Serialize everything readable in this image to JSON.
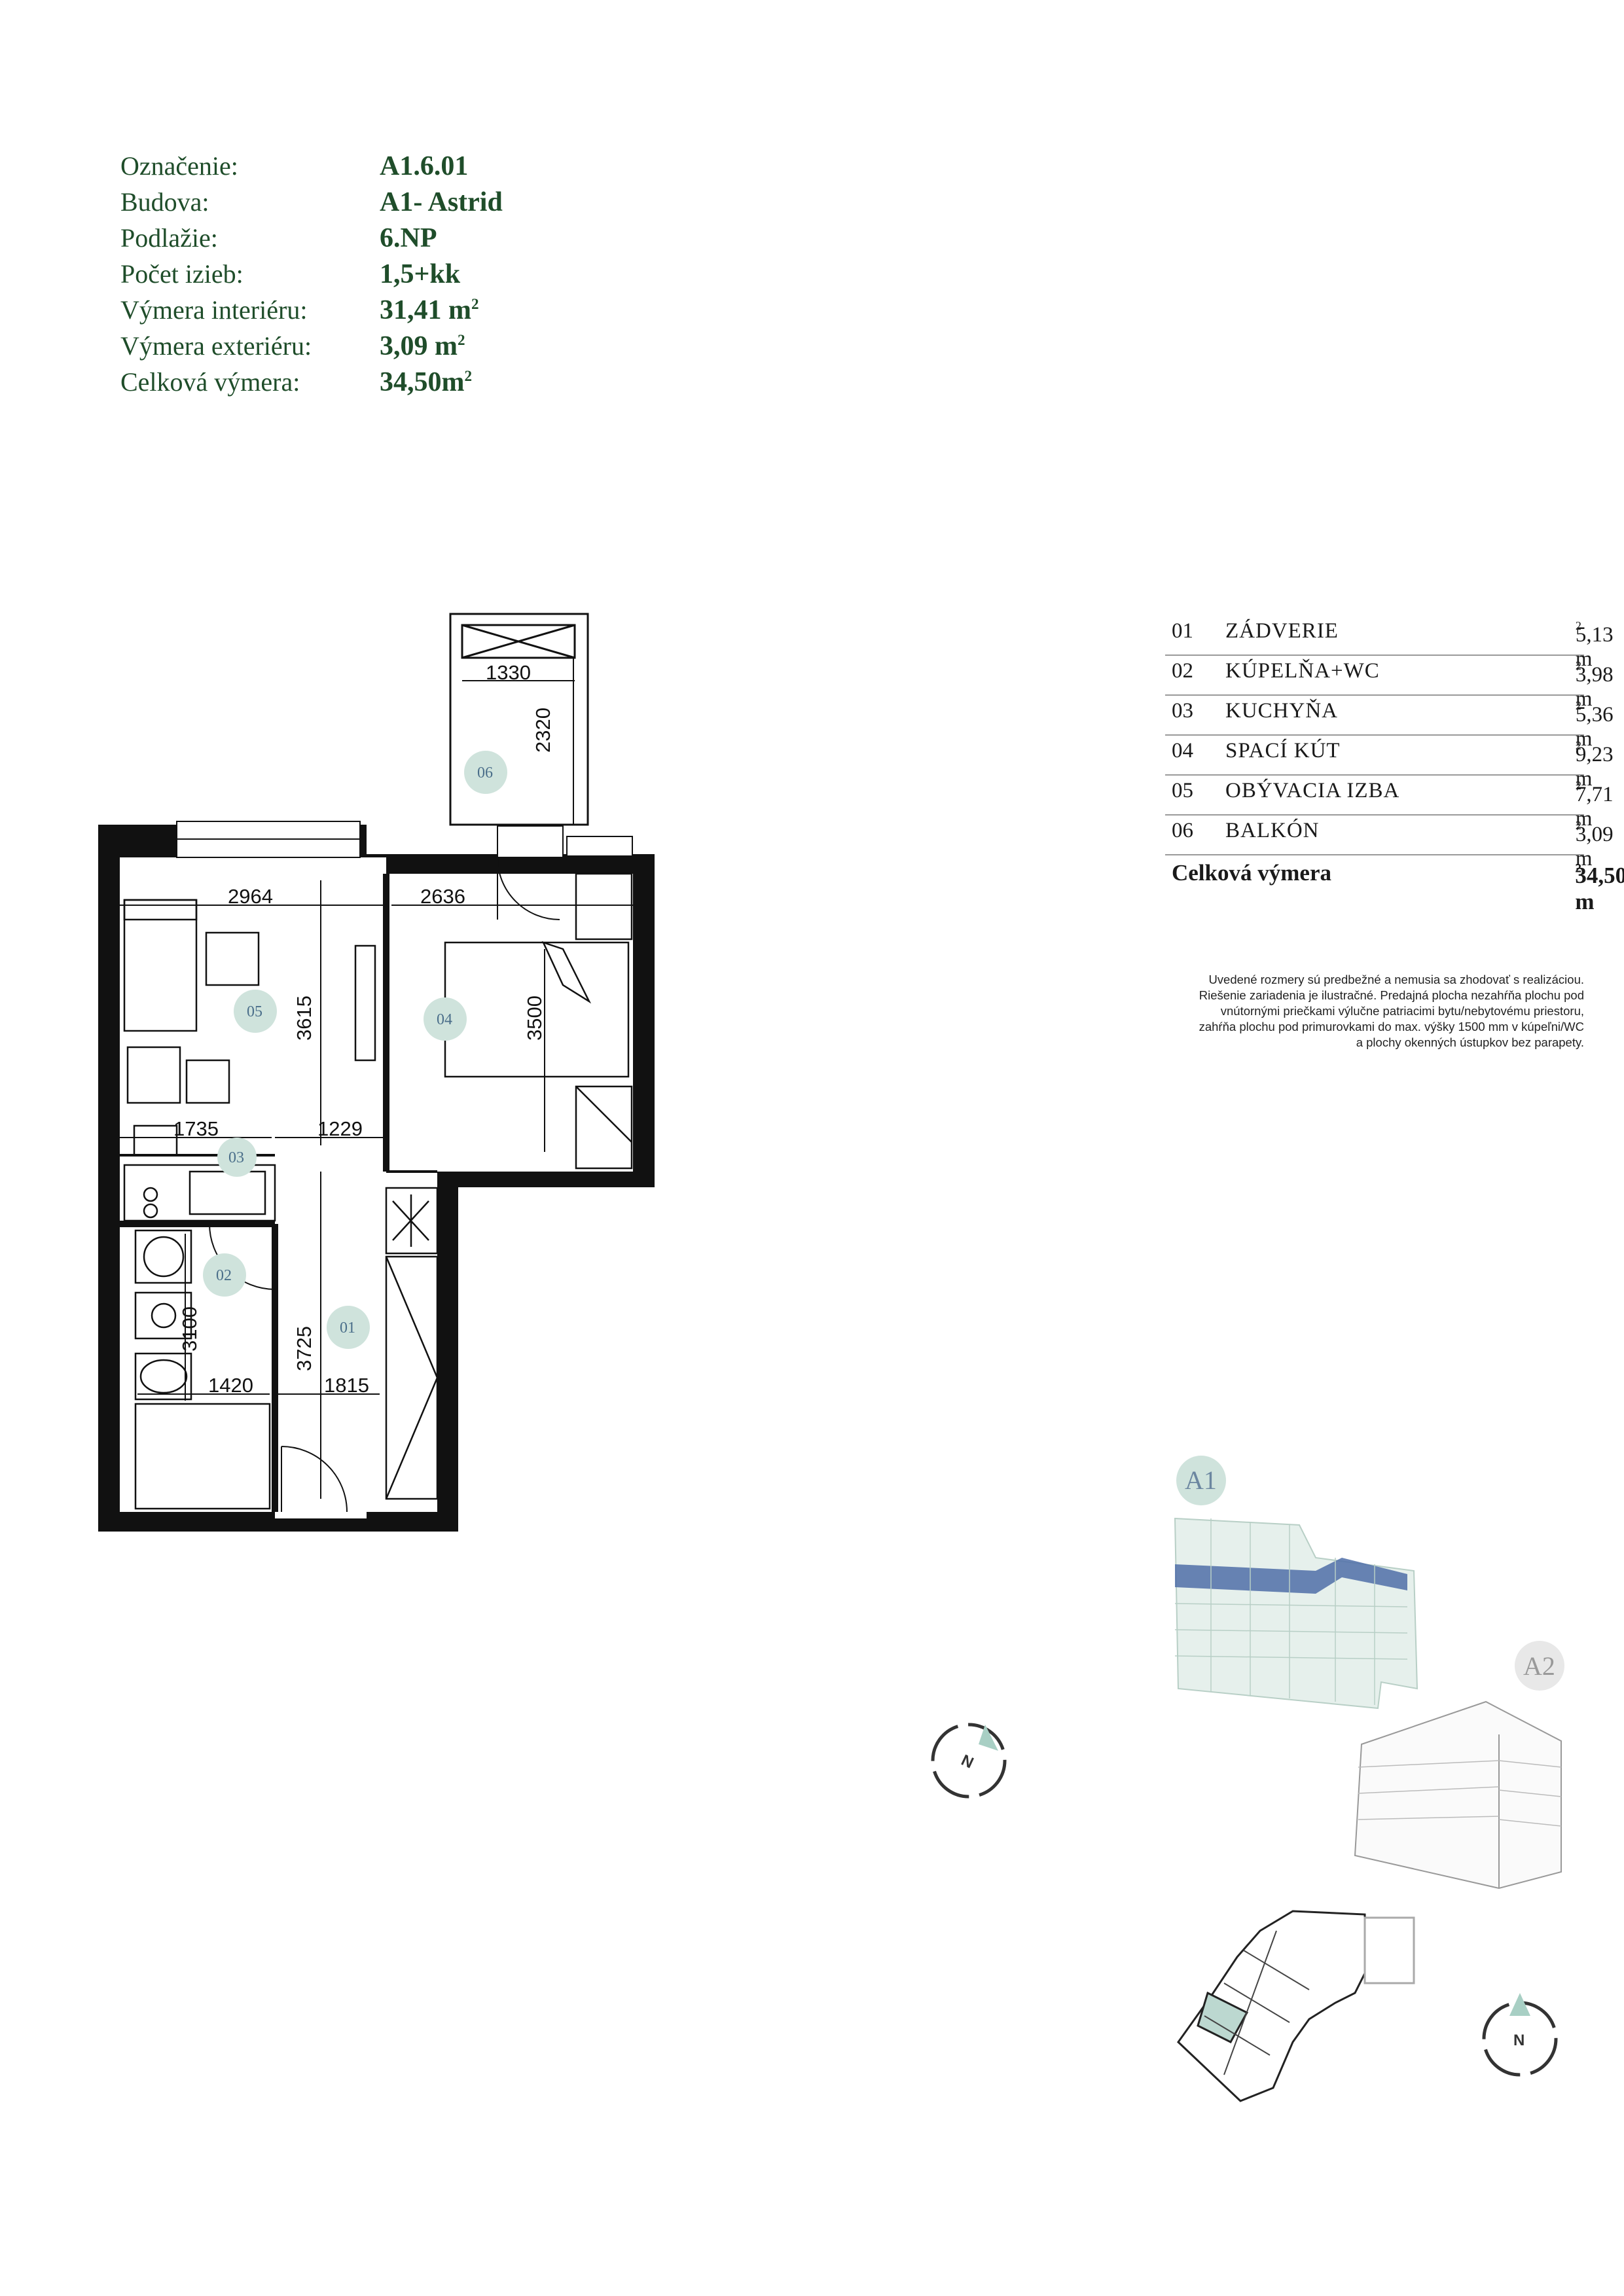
{
  "header": {
    "rows": [
      {
        "label": "Označenie:",
        "value": "A1.6.01",
        "sup": ""
      },
      {
        "label": "Budova:",
        "value": "A1- Astrid",
        "sup": ""
      },
      {
        "label": "Podlažie:",
        "value": "6.NP",
        "sup": ""
      },
      {
        "label": "Počet izieb:",
        "value": "1,5+kk",
        "sup": ""
      },
      {
        "label": "Výmera interiéru:",
        "value": "31,41 m",
        "sup": "2"
      },
      {
        "label": "Výmera exteriéru:",
        "value": "3,09 m",
        "sup": "2"
      },
      {
        "label": "Celková výmera:",
        "value": "34,50m",
        "sup": "2"
      }
    ]
  },
  "rooms": [
    {
      "num": "01",
      "name": "ZÁDVERIE",
      "area": "5,13 m",
      "sup": "2"
    },
    {
      "num": "02",
      "name": "KÚPELŇA+WC",
      "area": "3,98 m",
      "sup": "2"
    },
    {
      "num": "03",
      "name": "KUCHYŇA",
      "area": "5,36 m",
      "sup": "2"
    },
    {
      "num": "04",
      "name": "SPACÍ KÚT",
      "area": "9,23 m",
      "sup": "2"
    },
    {
      "num": "05",
      "name": "OBÝVACIA IZBA",
      "area": "7,71 m",
      "sup": "2"
    },
    {
      "num": "06",
      "name": "BALKÓN",
      "area": "3,09 m",
      "sup": "2"
    }
  ],
  "total": {
    "label": "Celková výmera",
    "value": "34,50 m",
    "sup": "2"
  },
  "note": [
    "Uvedené rozmery sú predbežné a nemusia sa zhodovať s realizáciou.",
    "Riešenie zariadenia je ilustračné. Predajná plocha nezahŕňa plochu pod",
    "vnútornými priečkami výlučne patriacimi bytu/nebytovému priestoru,",
    "zahŕňa plochu pod primurovkami do max. výšky 1500 mm v kúpeľni/WC",
    "a plochy okenných ústupkov bez parapety."
  ],
  "plan": {
    "dimensions": {
      "d1330": "1330",
      "d2320": "2320",
      "d2964": "2964",
      "d2636": "2636",
      "d3615": "3615",
      "d3500": "3500",
      "d1735": "1735",
      "d1229": "1229",
      "d3100": "3100",
      "d3725": "3725",
      "d1420": "1420",
      "d1815": "1815"
    },
    "room_labels": {
      "r01": "01",
      "r02": "02",
      "r03": "03",
      "r04": "04",
      "r05": "05",
      "r06": "06"
    }
  },
  "buildings": {
    "a1": "A1",
    "a2": "A2"
  },
  "compass": {
    "n": "N"
  },
  "colors": {
    "text_green": "#1f4d2a",
    "accent_teal": "#cfe3dc",
    "highlight_blue": "#4f6fa8"
  }
}
